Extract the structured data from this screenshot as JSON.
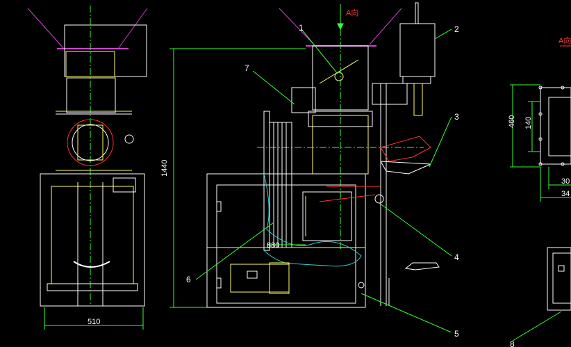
{
  "drawing": {
    "background": "#000000",
    "colors": {
      "line": "#ffffff",
      "part": "#ffff66",
      "dimension": "#33ff33",
      "centerline": "#33ff33",
      "hopper": "#cc44cc",
      "accent": "#ff3333",
      "contour": "#33cccc"
    },
    "leaders": [
      "1",
      "2",
      "3",
      "4",
      "5",
      "6",
      "7",
      "8"
    ],
    "view_label_front": "A向",
    "view_label_right": "A向",
    "dimensions": {
      "width_front": "510",
      "height_side": "1440",
      "depth_side": "880",
      "right_460": "460",
      "right_140": "140",
      "right_30": "30",
      "right_34": "34"
    }
  }
}
